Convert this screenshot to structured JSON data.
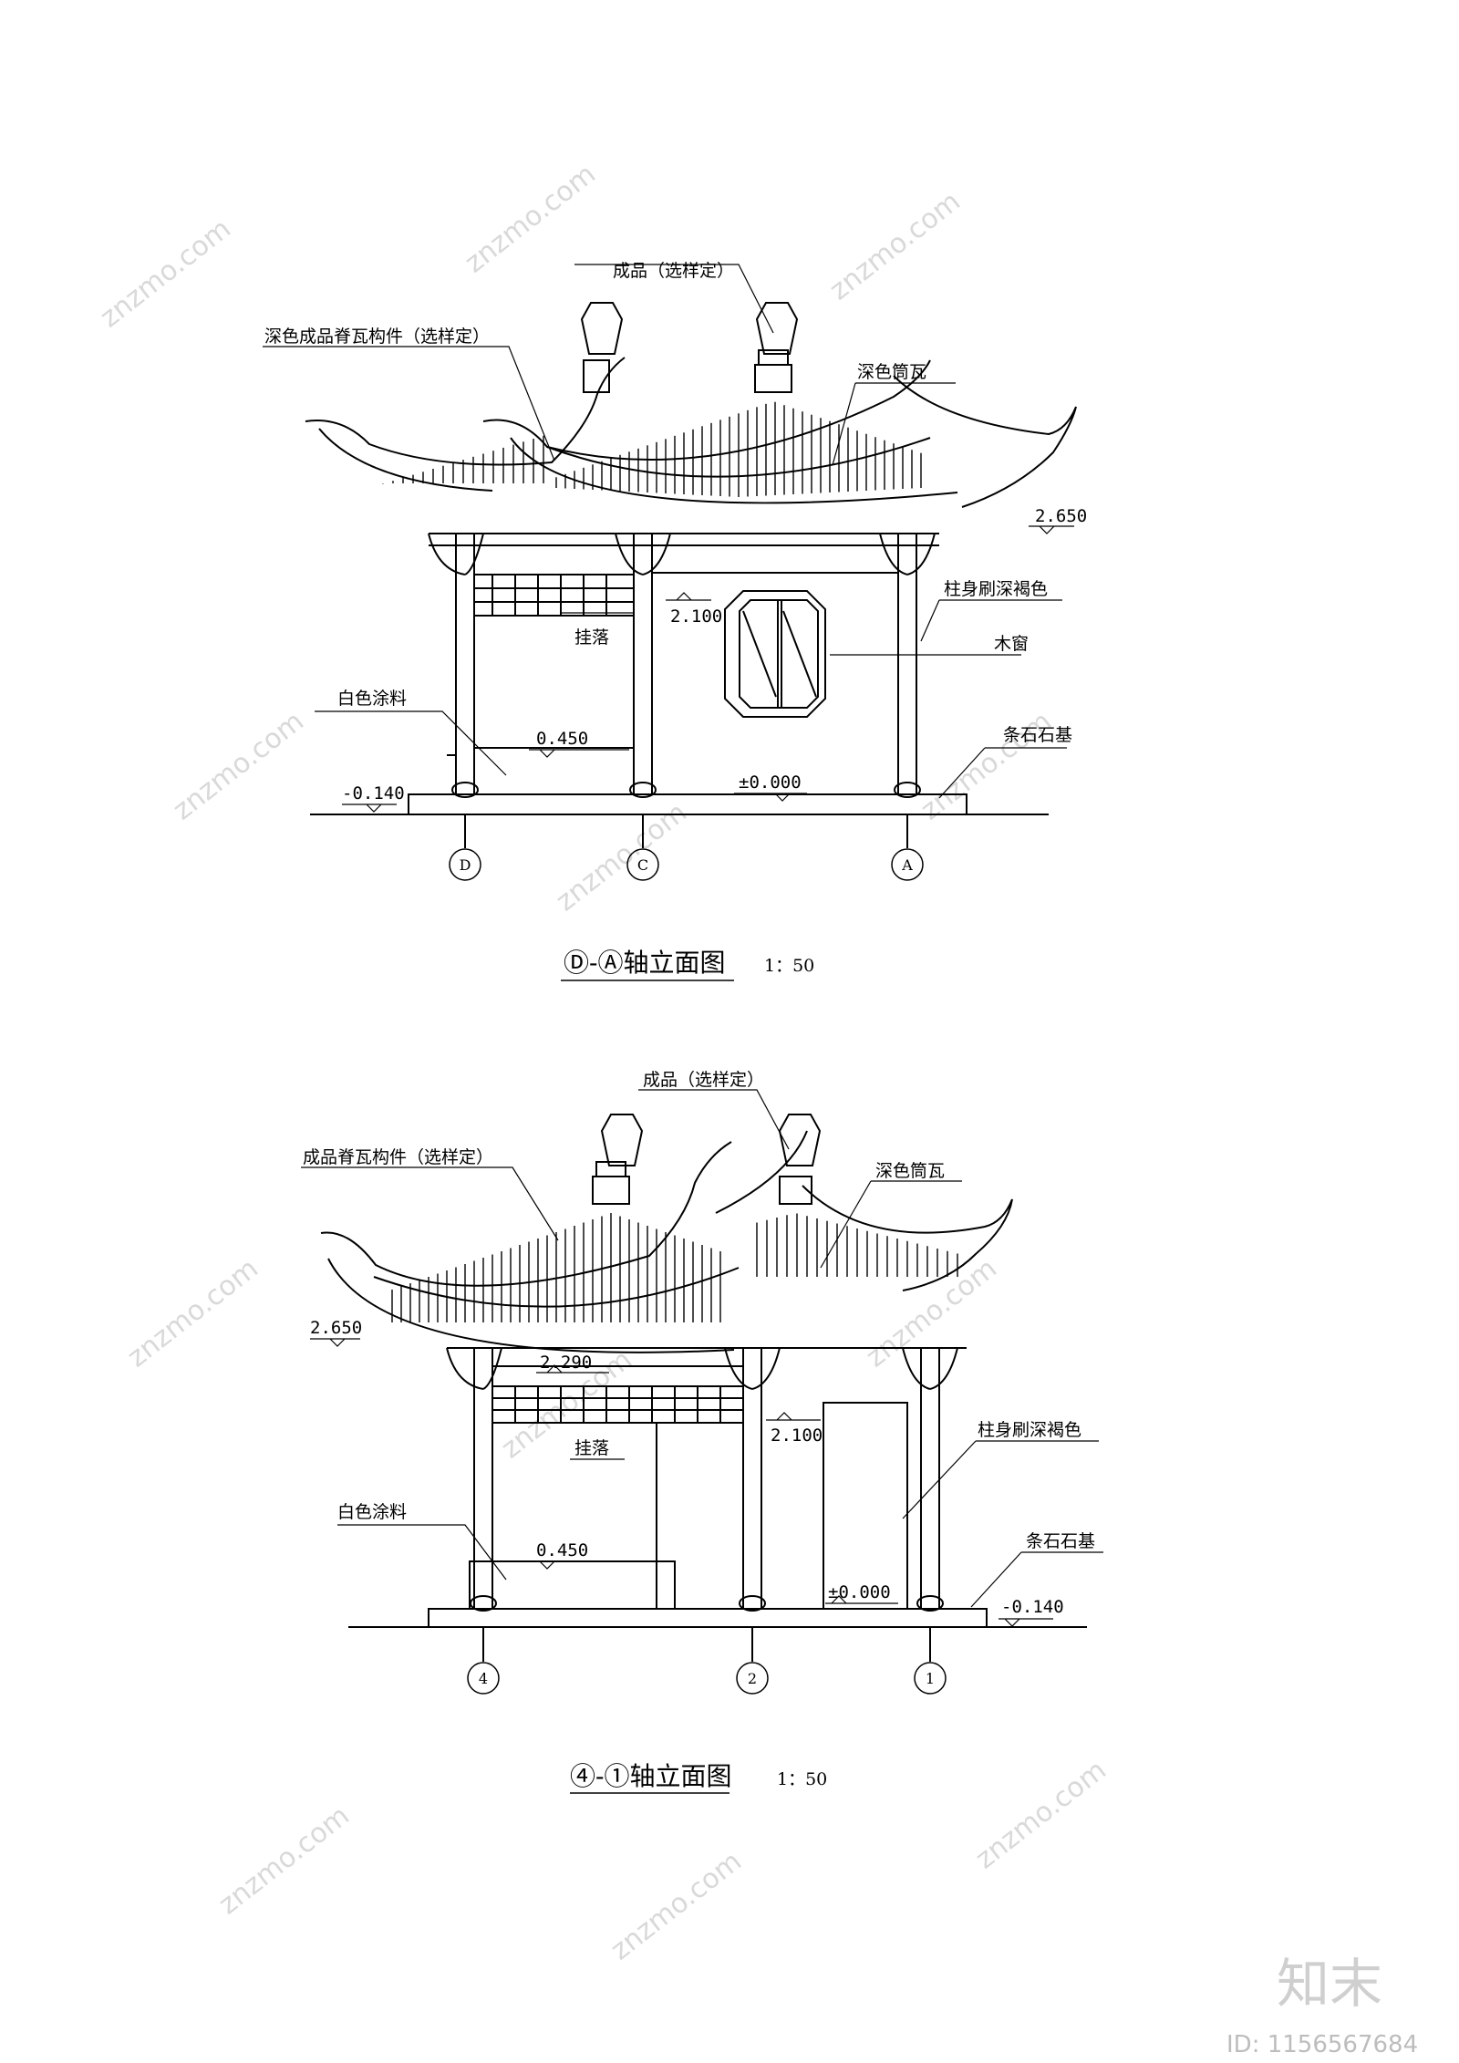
{
  "watermark": {
    "text": "znzmo.com",
    "brand": "知末",
    "id": "ID: 1156567684"
  },
  "elevation_top": {
    "title": "Ⓓ-Ⓐ轴立面图",
    "scale": "1：50",
    "labels": {
      "finial": "成品（选样定）",
      "ridge": "深色成品脊瓦构件（选样定）",
      "tile": "深色筒瓦",
      "column": "柱身刷深褐色",
      "window": "木窗",
      "hanging": "挂落",
      "paint": "白色涂料",
      "base": "条石石基"
    },
    "levels": {
      "eave": "2.650",
      "window_top": "2.100",
      "sill": "0.450",
      "ground": "-0.140",
      "zero": "±0.000"
    },
    "axes": [
      "D",
      "C",
      "A"
    ]
  },
  "elevation_bottom": {
    "title": "④-①轴立面图",
    "scale": "1：50",
    "labels": {
      "finial": "成品（选样定）",
      "ridge": "成品脊瓦构件（选样定）",
      "tile": "深色筒瓦",
      "column": "柱身刷深褐色",
      "hanging": "挂落",
      "paint": "白色涂料",
      "base": "条石石基"
    },
    "levels": {
      "eave": "2.650",
      "beam": "2.290",
      "door_top": "2.100",
      "sill": "0.450",
      "zero": "±0.000",
      "ground": "-0.140"
    },
    "axes": [
      "4",
      "2",
      "1"
    ]
  }
}
